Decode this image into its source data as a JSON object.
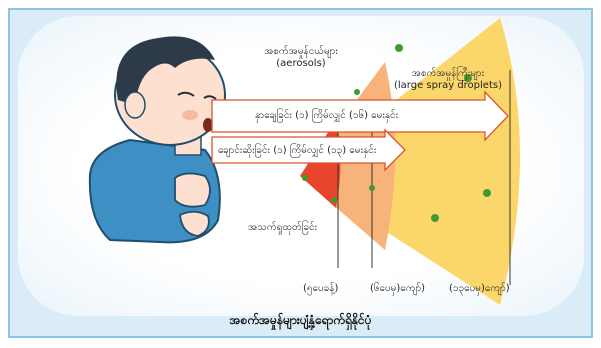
{
  "labels": {
    "aerosols_mm": "အစက်အမှုန်ငယ်များ",
    "aerosols_en": "(aerosols)",
    "large_mm": "အစက်အမှုန်ကြီးများ",
    "large_en": "(large spray droplets)",
    "sneeze": "နှာချေခြင်း (၁) ကြိမ်လျှင် (၁၆) မေးနှင်း",
    "cough": "ချောင်းဆိုးခြင်း (၁) ကြိမ်လျှင် (၁၃) မေးနှင်း",
    "exhale": "အသက်ရှုထုတ်ခြင်း",
    "dist1": "(၅ပေခန့်)",
    "dist2": "(၆ပေမှ)ကျော်)",
    "dist3": "(၁၃ပေမှ)ကျော်)",
    "caption": "အစက်အမှုန်များပျံ့နှံ့ရောက်ရှိနိုင်ပုံ"
  },
  "colors": {
    "cone_outer": "#fbd66a",
    "cone_mid": "#f7b37a",
    "cone_inner": "#e8452c",
    "arrow_fill": "#ffffff",
    "arrow_stroke": "#d9532b",
    "droplet": "#3f9a2f",
    "shirt": "#3d8fc4",
    "hair": "#2c3a4a",
    "skin": "#fde0cf"
  },
  "icons": [
    "person-coughing-icon",
    "droplet-dot-icon"
  ]
}
